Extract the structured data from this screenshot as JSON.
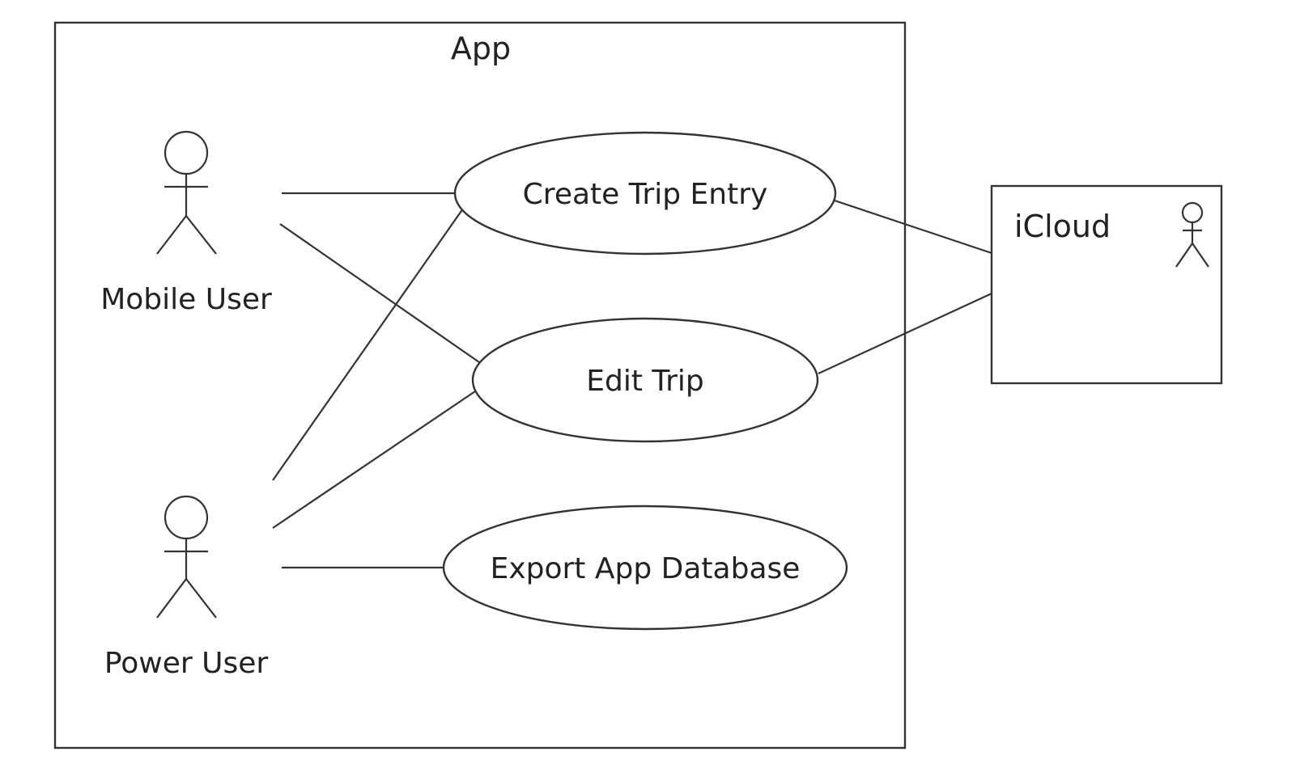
{
  "system": {
    "title": "App"
  },
  "actors": {
    "mobile_user": "Mobile User",
    "power_user": "Power User",
    "icloud": "iCloud"
  },
  "use_cases": {
    "create_trip_entry": "Create Trip Entry",
    "edit_trip": "Edit Trip",
    "export_app_database": "Export App Database"
  },
  "associations": [
    {
      "from": "Mobile User",
      "to": "Create Trip Entry"
    },
    {
      "from": "Mobile User",
      "to": "Edit Trip"
    },
    {
      "from": "Power User",
      "to": "Create Trip Entry"
    },
    {
      "from": "Power User",
      "to": "Edit Trip"
    },
    {
      "from": "Power User",
      "to": "Export App Database"
    },
    {
      "from": "Create Trip Entry",
      "to": "iCloud"
    },
    {
      "from": "Edit Trip",
      "to": "iCloud"
    }
  ],
  "colors": {
    "line": "#333333",
    "text": "#222222",
    "background": "#ffffff"
  }
}
